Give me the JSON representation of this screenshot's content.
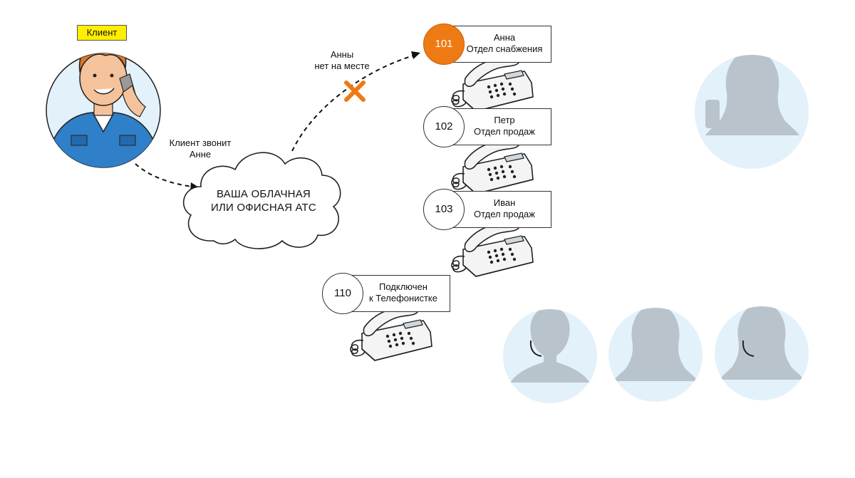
{
  "client": {
    "badge": "Клиент",
    "call_label": [
      "Клиент звонит",
      "Анне"
    ]
  },
  "pbx": {
    "lines": [
      "ВАША ОБЛАЧНАЯ",
      "ИЛИ ОФИСНАЯ АТС"
    ]
  },
  "missed": {
    "label": [
      "Анны",
      "нет на месте"
    ]
  },
  "extensions": [
    {
      "number": "101",
      "name": "Анна",
      "dept": "Отдел снабжения",
      "active": true
    },
    {
      "number": "102",
      "name": "Петр",
      "dept": "Отдел продаж",
      "active": false
    },
    {
      "number": "103",
      "name": "Иван",
      "dept": "Отдел продаж",
      "active": false
    },
    {
      "number": "110",
      "name": "Подключен",
      "dept": "к Телефонистке",
      "active": false
    }
  ],
  "colors": {
    "accent_orange": "#ee7a14",
    "badge_yellow": "#ffee00",
    "avatar_bg": "#e3f1fa",
    "avatar_figure": "#b9c3cc",
    "shirt_blue": "#2f7fc9"
  }
}
